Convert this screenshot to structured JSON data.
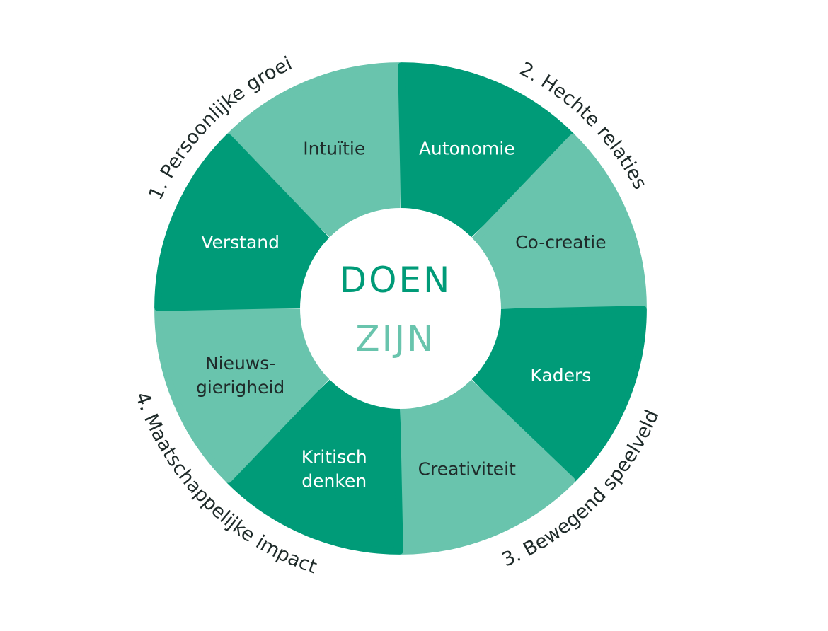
{
  "colors": {
    "dark": "#009b78",
    "light": "#69c4ad",
    "center_text_dark": "#009b78",
    "center_text_light": "#69c4ad",
    "text_on_dark": "#ffffff",
    "text_on_light": "#1f2b2a"
  },
  "center": {
    "top_word": "DOEN",
    "bottom_word": "ZIJN"
  },
  "segments": [
    {
      "lines": [
        "Intuïtie"
      ],
      "tone": "light"
    },
    {
      "lines": [
        "Autonomie"
      ],
      "tone": "dark"
    },
    {
      "lines": [
        "Co-creatie"
      ],
      "tone": "light"
    },
    {
      "lines": [
        "Kaders"
      ],
      "tone": "dark"
    },
    {
      "lines": [
        "Creativiteit"
      ],
      "tone": "light"
    },
    {
      "lines": [
        "Kritisch",
        "denken"
      ],
      "tone": "dark"
    },
    {
      "lines": [
        "Nieuws-",
        "gierigheid"
      ],
      "tone": "light"
    },
    {
      "lines": [
        "Verstand"
      ],
      "tone": "dark"
    }
  ],
  "quadrant_labels": [
    "1. Persoonlijke groei",
    "2. Hechte relaties",
    "3. Bewegend speelveld",
    "4. Maatschappelijke impact"
  ]
}
